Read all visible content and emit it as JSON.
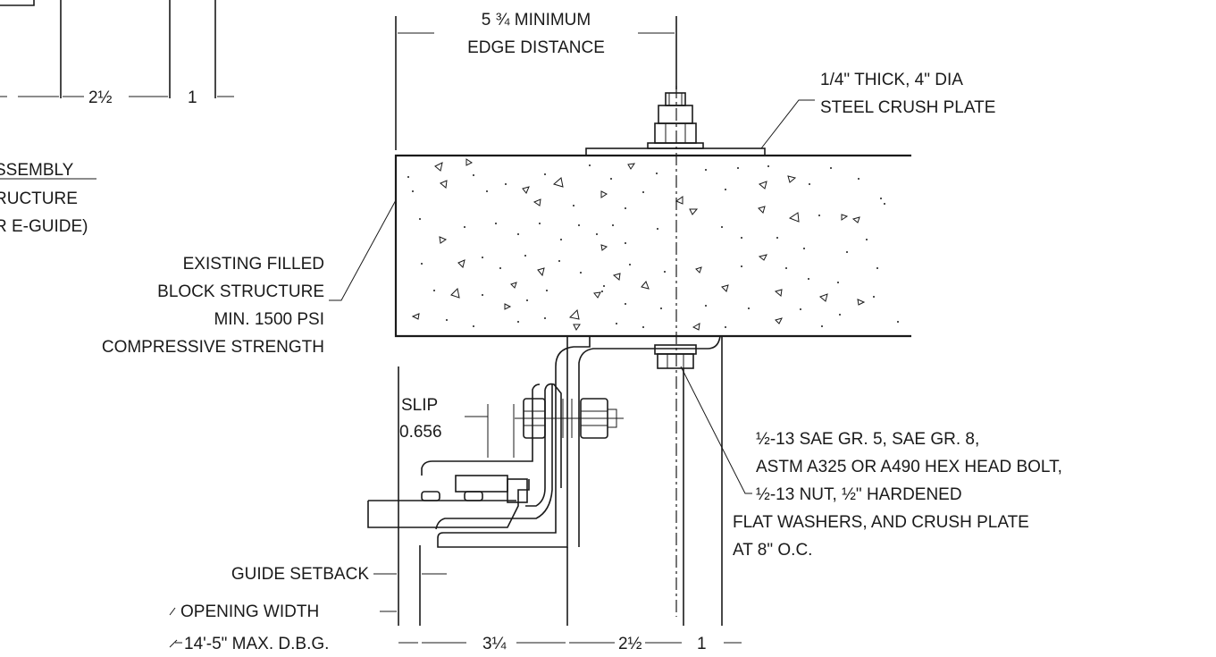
{
  "left_partial": {
    "dim_2_5": "2½",
    "dim_1": "1",
    "assembly_line1": "SSEMBLY",
    "assembly_line2": "RUCTURE",
    "assembly_line3": "R E-GUIDE)"
  },
  "edge_distance": {
    "line1": "5 ¾ MINIMUM",
    "line2": "EDGE DISTANCE"
  },
  "crush_plate": {
    "line1": "1/4\" THICK, 4\" DIA",
    "line2": "STEEL CRUSH PLATE"
  },
  "block_structure": {
    "line1": "EXISTING FILLED",
    "line2": "BLOCK STRUCTURE",
    "line3": "MIN. 1500 PSI",
    "line4": "COMPRESSIVE STRENGTH"
  },
  "slip": {
    "label": "SLIP",
    "value": "0.656"
  },
  "bolt_note": {
    "line1": "½-13 SAE GR. 5, SAE GR. 8,",
    "line2": "ASTM A325 OR A490 HEX HEAD BOLT,",
    "line3": "½-13 NUT, ½\" HARDENED",
    "line4": "FLAT WASHERS, AND CRUSH PLATE",
    "line5": "AT 8\" O.C."
  },
  "bottom_dims": {
    "guide_setback": "GUIDE SETBACK",
    "opening_width": "OPENING WIDTH",
    "max_dbg": "14'-5\" MAX. D.B.G.",
    "dim_3_25": "3¼",
    "dim_2_5": "2½",
    "dim_1": "1"
  }
}
